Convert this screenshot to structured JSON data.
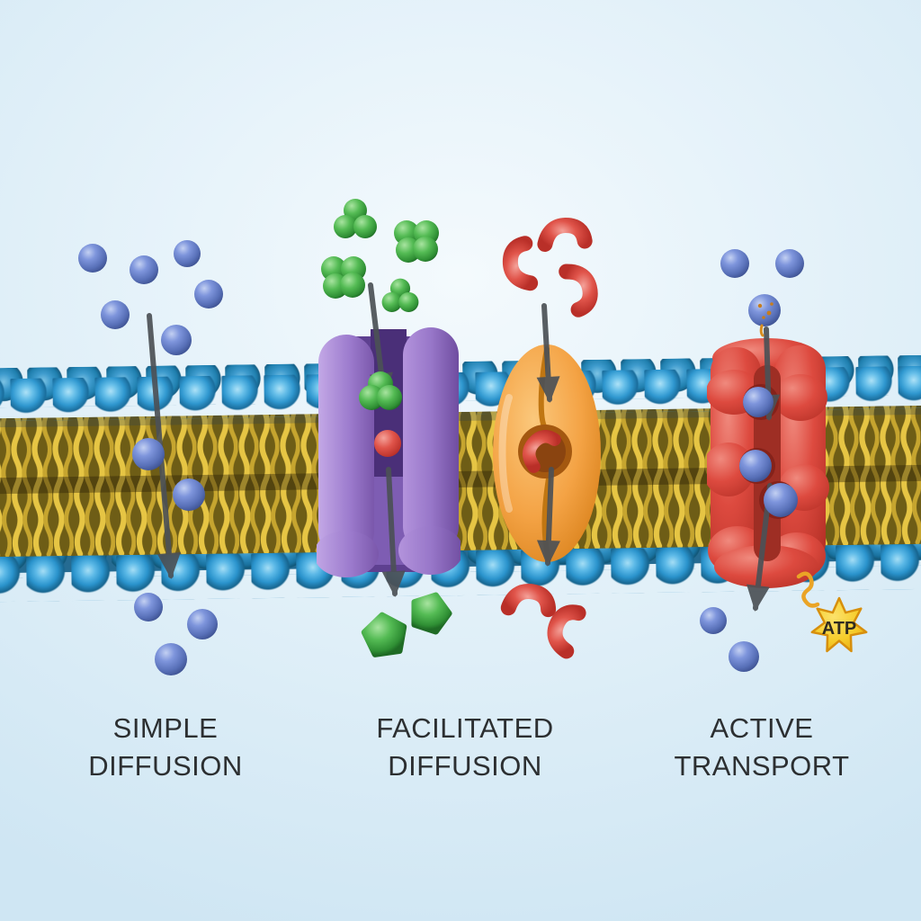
{
  "labels": [
    {
      "id": "simple-diffusion",
      "line1": "SIMPLE",
      "line2": "DIFFUSION"
    },
    {
      "id": "facilitated-diffusion",
      "line1": "FACILITATED",
      "line2": "DIFFUSION"
    },
    {
      "id": "active-transport",
      "line1": "ACTIVE",
      "line2": "TRANSPORT"
    }
  ],
  "atp": {
    "label": "ATP",
    "star_color": "#f6cd2b",
    "tether_color": "#eaa426"
  },
  "membrane": {
    "head_color": "#2f97cf",
    "tail_color": "#e6c544",
    "tail_background": "#6e5d16"
  },
  "proteins": {
    "channel_protein_color": "#9d7cce",
    "carrier_protein_color": "#f4a345",
    "pump_protein_color": "#dd4a3f"
  },
  "molecules": {
    "blue_sphere_color": "#7e95dc",
    "green_cluster_color": "#54bb54",
    "red_bent_color": "#e0544a",
    "red_sphere_color": "#e0544a",
    "blue_spheres_simple_above": 6,
    "blue_spheres_simple_inside": 2,
    "blue_spheres_simple_below": 3,
    "green_clusters_above": 4,
    "green_pentagons_below": 2,
    "red_bent_above": 3,
    "red_bent_below": 2,
    "pump_blue_above": 3,
    "pump_blue_inside": 3,
    "pump_blue_below": 2
  },
  "arrow_color": "#4c5156"
}
